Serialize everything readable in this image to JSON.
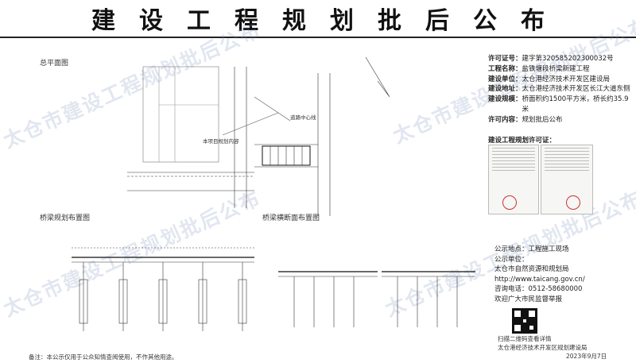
{
  "header": {
    "title": "建设工程规划批后公布"
  },
  "watermark": {
    "text": "太仓市建设工程规划批后公布"
  },
  "drawing": {
    "plan_label": "总平面图",
    "elevation_label": "桥梁规划布置图",
    "section_label": "桥梁横断面布置图",
    "note_a": "本项目规划内容",
    "note_b": "道路中心线"
  },
  "info": {
    "rows": [
      {
        "k": "许可证号：",
        "v": "建字第320585202300032号"
      },
      {
        "k": "工程名称：",
        "v": "盐铁塘段桥梁新建工程"
      },
      {
        "k": "建设单位：",
        "v": "太仓港经济技术开发区建设局"
      },
      {
        "k": "建设地址：",
        "v": "太仓港经济技术开发区长江大道东侧"
      },
      {
        "k": "建设规模：",
        "v": "桥面积约1500平方米，桥长约35.9米"
      },
      {
        "k": "许可内容：",
        "v": "规划批后公布"
      }
    ]
  },
  "license": {
    "title": "建设工程规划许可证："
  },
  "pub": {
    "r1": "公示地点：工程施工现场",
    "r2": "公示单位：",
    "r3": "太仓市自然资源和规划局",
    "r4": "http://www.taicang.gov.cn/",
    "r5": "咨询电话：0512-58680000",
    "r6": "欢迎广大市民监督举报"
  },
  "footnote": "备注：本公示仅用于公众知情查阅使用，不作其他用途。",
  "bottom": {
    "qr_caption": "扫描二维码查看详情",
    "dept": "太仓港经济技术开发区规划建设局",
    "date": "2023年9月7日"
  }
}
